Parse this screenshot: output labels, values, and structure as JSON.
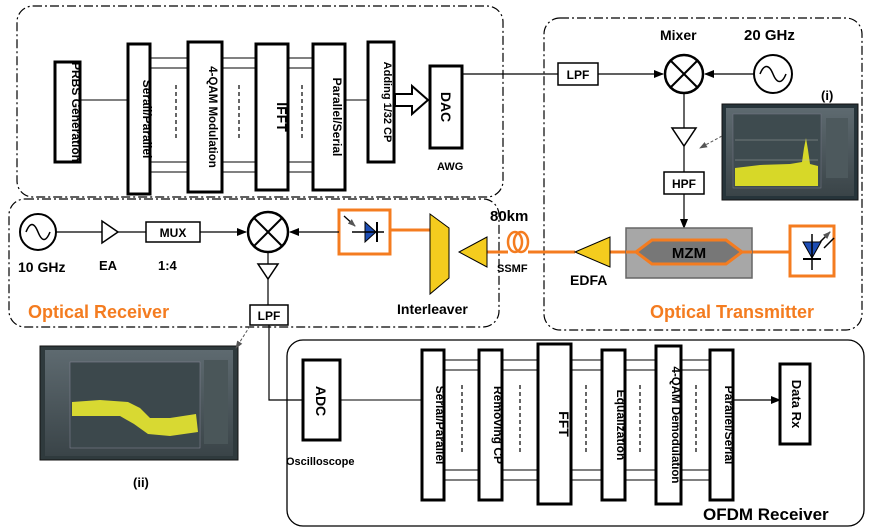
{
  "transmitter_chain": {
    "prbs": "PRBS Generation",
    "serial_parallel": "Serail/Parallel",
    "qam_mod": "4-QAM Modulation",
    "ifft": "IFFT",
    "parallel_serial": "Parallel/Serial",
    "cp": "Adding 1/32 CP",
    "dac": "DAC",
    "awg": "AWG"
  },
  "rf_up": {
    "lpf": "LPF",
    "mixer": "Mixer",
    "lo": "20 GHz",
    "hpf": "HPF",
    "inset_label": "(i)"
  },
  "optical_tx": {
    "mzm": "MZM",
    "edfa": "EDFA",
    "fiber_length": "80km",
    "fiber_type": "SSMF",
    "section_label": "Optical Transmitter",
    "accent_color": "#f47c20"
  },
  "optical_rx": {
    "interleaver": "Interleaver",
    "lo": "10 GHz",
    "ea": "EA",
    "mux": "MUX",
    "mux_ratio": "1:4",
    "lpf": "LPF",
    "section_label": "Optical Receiver",
    "inset_label": "(ii)"
  },
  "receiver_chain": {
    "adc": "ADC",
    "oscilloscope": "Oscilloscope",
    "serial_parallel": "Serial/Parallel",
    "remove_cp": "Removing CP",
    "fft": "FFT",
    "equalization": "Equalization",
    "qam_demod": "4-QAM Demodulation",
    "parallel_serial": "Parallel/Serial",
    "data_rx": "Data Rx",
    "section_label": "OFDM Receiver"
  }
}
